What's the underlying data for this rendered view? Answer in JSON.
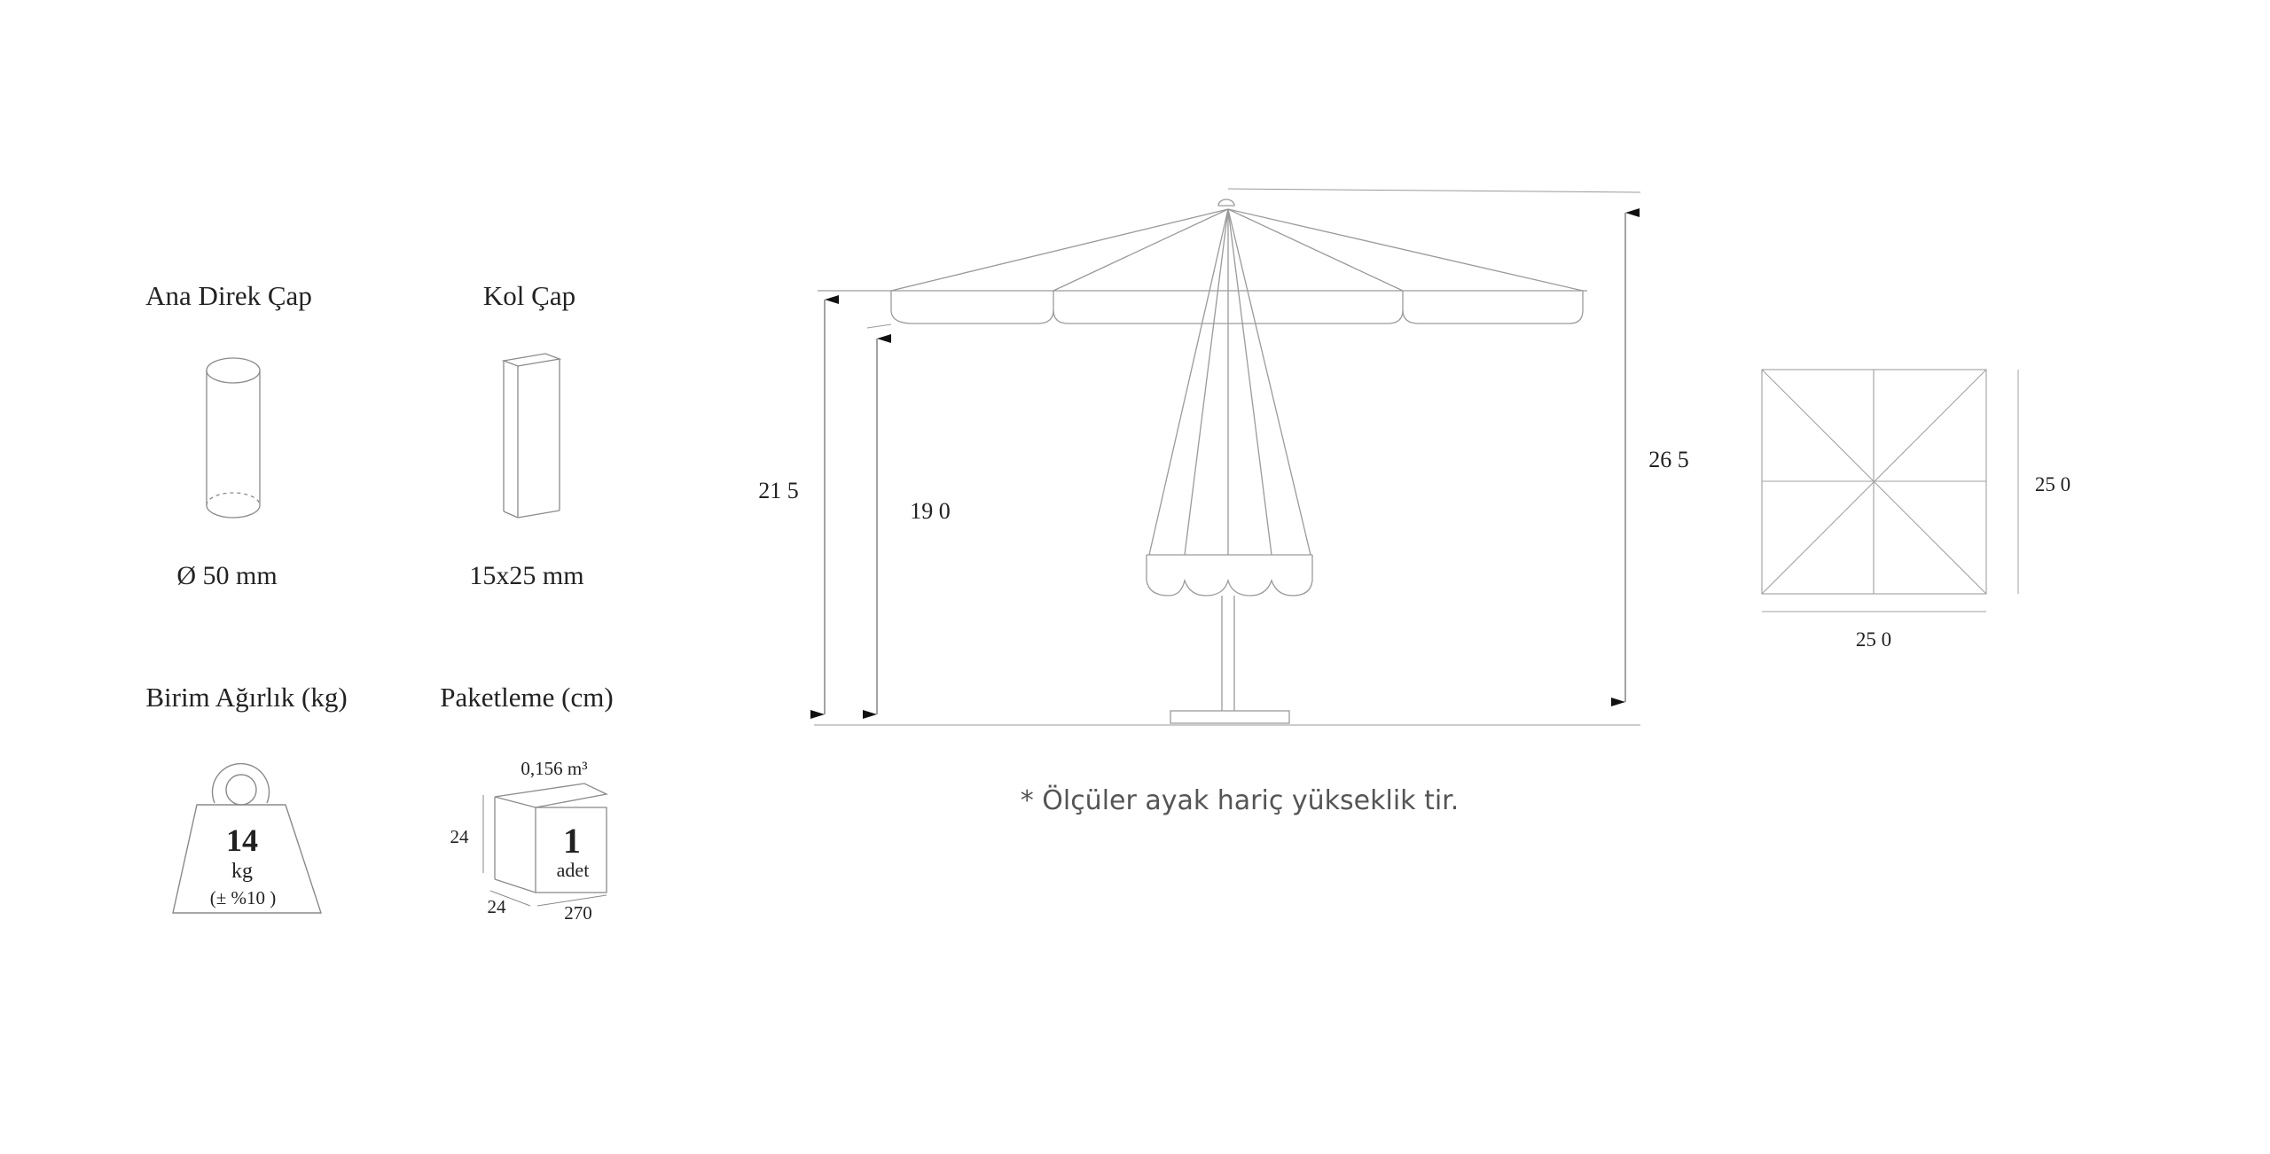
{
  "specs": {
    "pole_diameter": {
      "title": "Ana Direk Çap",
      "value": "Ø 50 mm"
    },
    "arm_diameter": {
      "title": "Kol Çap",
      "value": "15x25 mm"
    },
    "unit_weight": {
      "title": "Birim Ağırlık (kg)",
      "value": "14",
      "unit": "kg",
      "tolerance": "(± %10 )"
    },
    "packaging": {
      "title": "Paketleme  (cm)",
      "volume": "0,156  m³",
      "height": "24",
      "depth": "24",
      "length": "270",
      "count": "1",
      "count_unit": "adet"
    }
  },
  "umbrella_side_view": {
    "dim_overall_height": "26 5",
    "dim_canopy_edge_height": "21 5",
    "dim_valance_height": "19 0",
    "footnote": "* Ölçüler ayak hariç yükseklik tir."
  },
  "umbrella_top_view": {
    "dim_width": "25 0",
    "dim_depth": "25 0"
  },
  "colors": {
    "line": "#9a9a9a",
    "text": "#222222",
    "footnote": "#555555",
    "background": "#ffffff"
  }
}
